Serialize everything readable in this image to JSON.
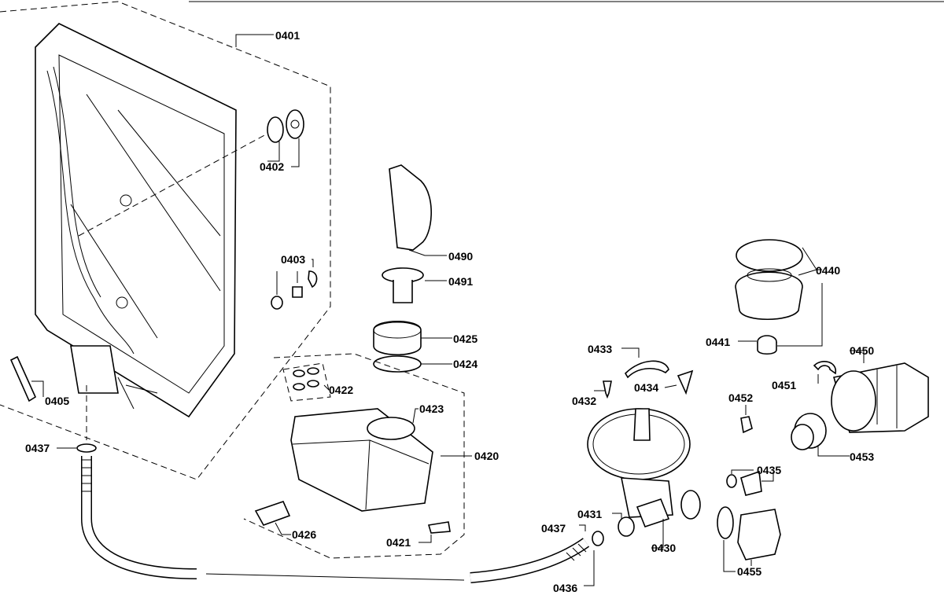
{
  "diagram": {
    "labels": {
      "p0401": "0401",
      "p0402": "0402",
      "p0403": "0403",
      "p0405": "0405",
      "p0437a": "0437",
      "p0490": "0490",
      "p0491": "0491",
      "p0425": "0425",
      "p0424": "0424",
      "p0422": "0422",
      "p0423": "0423",
      "p0420": "0420",
      "p0426": "0426",
      "p0421": "0421",
      "p0433": "0433",
      "p0432": "0432",
      "p0434": "0434",
      "p0440": "0440",
      "p0441": "0441",
      "p0450": "0450",
      "p0451": "0451",
      "p0452": "0452",
      "p0453": "0453",
      "p0435": "0435",
      "p0431": "0431",
      "p0437b": "0437",
      "p0430": "0430",
      "p0436": "0436",
      "p0455": "0455"
    }
  }
}
